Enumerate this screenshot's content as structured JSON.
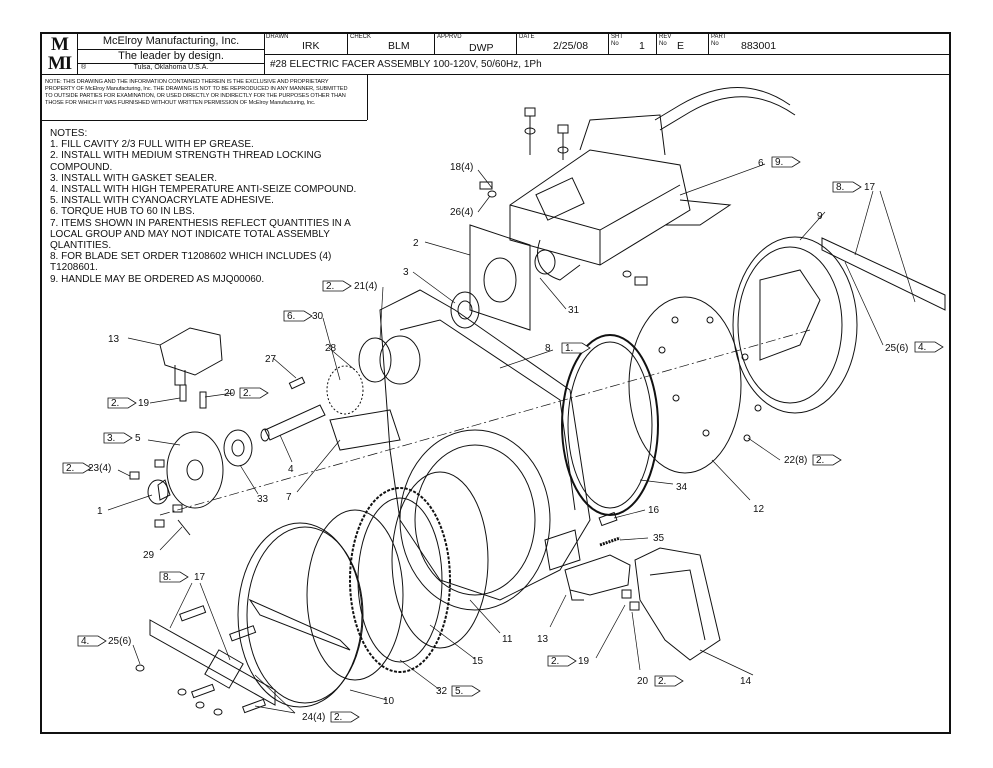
{
  "title_block": {
    "logo_line1": "M",
    "logo_line2": "MI",
    "company": "McElroy Manufacturing, Inc.",
    "tagline": "The leader by design.",
    "location": "Tulsa, Oklahoma U.S.A.",
    "registered": "®",
    "drawn_label": "DRAWN",
    "drawn": "IRK",
    "check_label": "CHECK",
    "check": "BLM",
    "apprvd_label": "APPRVD",
    "apprvd": "DWP",
    "date_label": "DATE",
    "date": "2/25/08",
    "sht_label": "SHT No",
    "sht": "1",
    "rev_label": "REV No",
    "rev": "E",
    "part_label": "PART No",
    "part": "883001",
    "title": "#28 ELECTRIC FACER ASSEMBLY 100-120V, 50/60Hz, 1Ph"
  },
  "disclaimer": "NOTE: THIS DRAWING AND THE INFORMATION CONTAINED THEREIN IS THE EXCLUSIVE AND PROPRIETARY PROPERTY OF McElroy Manufacturing, Inc. THE DRAWING IS NOT TO BE REPRODUCED IN ANY MANNER, SUBMITTED TO OUTSIDE PARTIES FOR EXAMINATION, OR USED DIRECTLY OR INDIRECTLY FOR THE PURPOSES OTHER THAN THOSE FOR WHICH IT WAS FURNISHED WITHOUT WRITTEN PERMISSION OF McElroy Manufacturing, Inc.",
  "notes": [
    "NOTES:",
    "1. FILL CAVITY 2/3 FULL WITH EP GREASE.",
    "2. INSTALL WITH MEDIUM STRENGTH THREAD LOCKING",
    "    COMPOUND.",
    "3. INSTALL WITH GASKET SEALER.",
    "4. INSTALL WITH HIGH TEMPERATURE ANTI-SEIZE COMPOUND.",
    "5. INSTALL WITH CYANOACRYLATE ADHESIVE.",
    "6. TORQUE HUB TO 60 IN LBS.",
    "7. ITEMS SHOWN IN PARENTHESIS REFLECT QUANTITIES IN A",
    "    LOCAL GROUP AND MAY NOT INDICATE TOTAL ASSEMBLY",
    "    QLANTITIES.",
    "8. FOR BLADE SET ORDER T1208602 WHICH INCLUDES  (4)",
    "    T1208601.",
    "9. HANDLE MAY BE ORDERED AS MJQ00060."
  ],
  "callouts": {
    "c1": "1",
    "c2": "2",
    "c3": "3",
    "c4": "4",
    "c5": "5",
    "c6": "6",
    "c7": "7",
    "c8": "8",
    "c9": "9",
    "c10": "10",
    "c11": "11",
    "c12": "12",
    "c13a": "13",
    "c13b": "13",
    "c14": "14",
    "c15": "15",
    "c16": "16",
    "c17a": "17",
    "c17b": "17",
    "c18": "18(4)",
    "c19a": "19",
    "c19b": "19",
    "c20a": "20",
    "c20b": "20",
    "c21": "21(4)",
    "c22": "22(8)",
    "c23": "23(4)",
    "c24": "24(4)",
    "c25a": "25(6)",
    "c25b": "25(6)",
    "c26": "26(4)",
    "c27": "27",
    "c28": "28",
    "c29": "29",
    "c30": "30",
    "c31": "31",
    "c32": "32",
    "c33": "33",
    "c34": "34",
    "c35": "35"
  },
  "flags": {
    "f2": "2.",
    "f3": "3.",
    "f4": "4.",
    "f5": "5.",
    "f6": "6.",
    "f8": "8.",
    "f9": "9.",
    "f1": "1."
  }
}
